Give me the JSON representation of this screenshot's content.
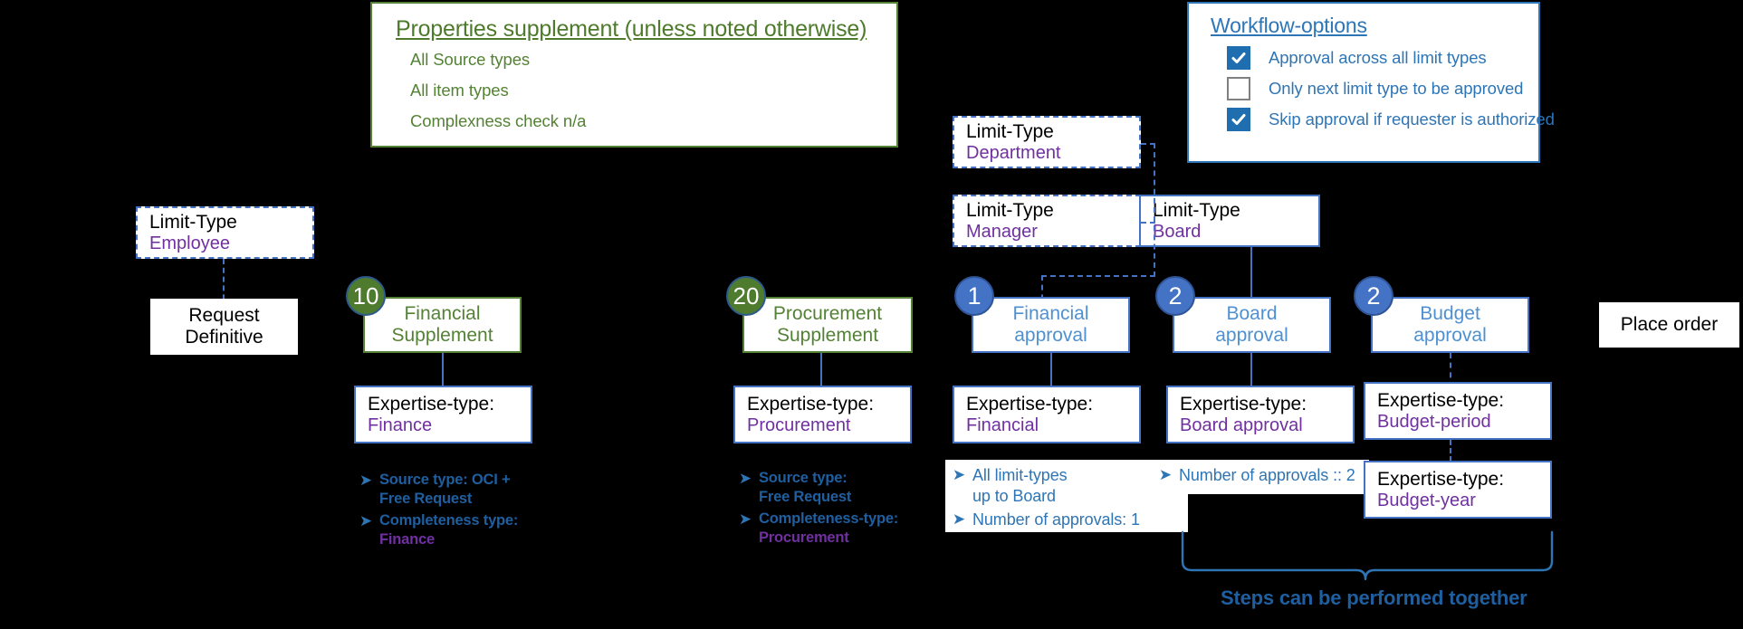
{
  "properties_supplement": {
    "title": "Properties supplement (unless noted otherwise)",
    "items": [
      "All Source types",
      "All item types",
      "Complexness check n/a"
    ],
    "border_color": "#548235",
    "text_color": "#548235"
  },
  "workflow_options": {
    "title": "Workflow-options",
    "border_color": "#2e75b6",
    "text_color": "#2e75b6",
    "options": [
      {
        "label": "Approval across all limit types",
        "checked": true,
        "icon": "checkbox-checked-icon"
      },
      {
        "label": "Only next limit type to be approved",
        "checked": false,
        "icon": "checkbox-unchecked-icon"
      },
      {
        "label": "Skip approval if requester is authorized",
        "checked": true,
        "icon": "checkbox-checked-icon"
      }
    ]
  },
  "limit_types": {
    "employee": {
      "title": "Limit-Type",
      "value": "Employee",
      "border": "dashed"
    },
    "department": {
      "title": "Limit-Type",
      "value": "Department",
      "border": "dashed"
    },
    "manager": {
      "title": "Limit-Type",
      "value": "Manager",
      "border": "dashed"
    },
    "board": {
      "title": "Limit-Type",
      "value": "Board",
      "border": "solid"
    }
  },
  "request": {
    "line1": "Request",
    "line2": "Definitive"
  },
  "place_order": {
    "label": "Place order"
  },
  "steps": [
    {
      "badge": "10",
      "badge_color": "#4e7b2e",
      "step_line1": "Financial",
      "step_line2": "Supplement",
      "step_style": "green",
      "expertise_title": "Expertise-type:",
      "expertise_value": "Finance",
      "bullets": [
        {
          "label": "Source type: OCI +",
          "label2": "Free Request",
          "style": "bold-blue"
        },
        {
          "label": "Completeness type:",
          "label2": "Finance",
          "style": "bold-blue-purple"
        }
      ]
    },
    {
      "badge": "20",
      "badge_color": "#4e7b2e",
      "step_line1": "Procurement",
      "step_line2": "Supplement",
      "step_style": "green",
      "expertise_title": "Expertise-type:",
      "expertise_value": "Procurement",
      "bullets": [
        {
          "label": "Source type:",
          "label2": "Free Request",
          "style": "bold-blue"
        },
        {
          "label": "Completeness-type:",
          "label2": "Procurement",
          "style": "bold-blue-purple"
        }
      ]
    },
    {
      "badge": "1",
      "badge_color": "#4472c4",
      "step_line1": "Financial",
      "step_line2": "approval",
      "step_style": "blue",
      "expertise_title": "Expertise-type:",
      "expertise_value": "Financial",
      "bullets": [
        {
          "label": "All limit-types",
          "label2": "up to Board",
          "style": "plain-blue"
        },
        {
          "label": "Number of approvals: 1",
          "label2": "",
          "style": "plain-blue"
        }
      ]
    },
    {
      "badge": "2",
      "badge_color": "#4472c4",
      "step_line1": "Board",
      "step_line2": "approval",
      "step_style": "blue",
      "expertise_title": "Expertise-type:",
      "expertise_value": "Board approval",
      "bullets": [
        {
          "label": "Number of approvals :: 2",
          "label2": "",
          "style": "plain-blue"
        }
      ]
    },
    {
      "badge": "2",
      "badge_color": "#4472c4",
      "step_line1": "Budget",
      "step_line2": "approval",
      "step_style": "blue",
      "expertise_title": "Expertise-type:",
      "expertise_value": "Budget-period",
      "expertise2_title": "Expertise-type:",
      "expertise2_value": "Budget-year",
      "bullets": []
    }
  ],
  "footer_caption": "Steps can be performed together",
  "colors": {
    "green": "#548235",
    "blue": "#4472c4",
    "blue_text": "#2e75b6",
    "purple": "#7030a0",
    "black": "#000000",
    "white": "#ffffff",
    "badge_green": "#4e7b2e",
    "bold_blue": "#1f5fa0"
  }
}
